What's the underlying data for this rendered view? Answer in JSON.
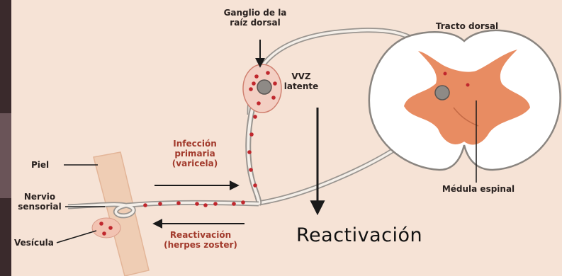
{
  "labels": {
    "ganglion": [
      "Ganglio de la",
      "raíz dorsal"
    ],
    "dorsal_tract": "Tracto dorsal",
    "vzv_latent": [
      "VVZ",
      "latente"
    ],
    "skin": "Piel",
    "sensory_nerve": [
      "Nervio",
      "sensorial"
    ],
    "vesicle": "Vesícula",
    "primary_infection": [
      "Infección",
      "primaria",
      "(varicela)"
    ],
    "reactivation_arrow": [
      "Reactivación",
      "(herpes zoster)"
    ],
    "spinal_cord": "Médula espinal",
    "reactivation_big": "Reactivación"
  },
  "colors": {
    "background": "#f6e3d6",
    "skin": "#efcdb4",
    "gray_matter": "#e88c62",
    "virus": "#c0272d",
    "label_red": "#a23a2c",
    "nerve": "#9a9590"
  }
}
